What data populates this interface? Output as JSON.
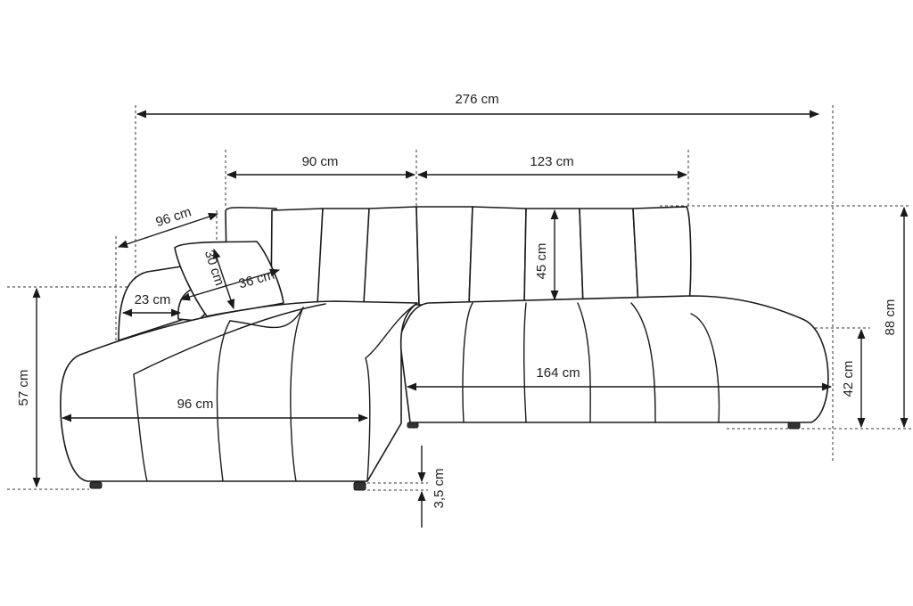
{
  "dimensions": {
    "total_width": "276 cm",
    "left_back_width": "90 cm",
    "right_back_width": "123 cm",
    "armrest_depth": "96 cm",
    "pillow_height": "30 cm",
    "pillow_width": "36 cm",
    "armrest_width": "23 cm",
    "chaise_height": "57 cm",
    "chaise_length": "96 cm",
    "backrest_cushion_height": "45 cm",
    "total_height": "88 cm",
    "seat_depth": "164 cm",
    "seat_height": "42 cm",
    "leg_height": "3,5 cm"
  }
}
